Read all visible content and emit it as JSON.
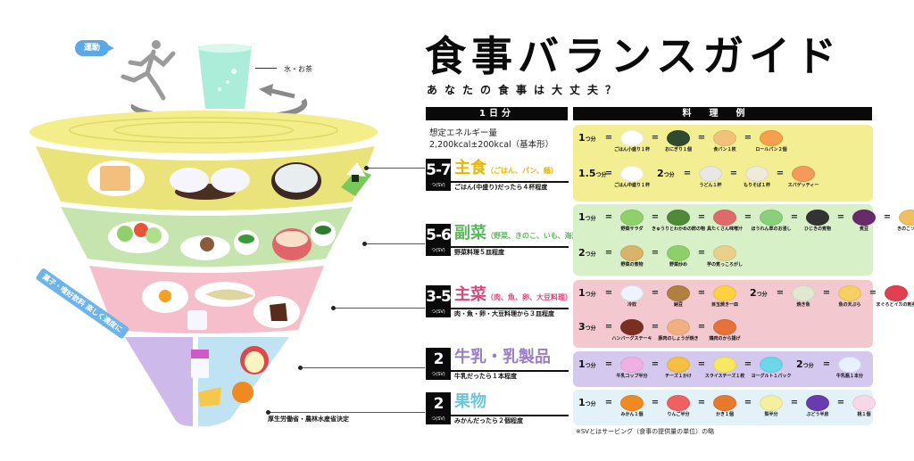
{
  "title": "食事バランスガイド",
  "subtitle": "あなたの食事は大丈夫？",
  "headers": {
    "day": "1日分",
    "examples": "料理例"
  },
  "energy": {
    "label": "想定エネルギー量",
    "value": "2,200kcal±200kcal（基本形）"
  },
  "pyramid": {
    "exercise_label": "運動",
    "water_label": "水・お茶",
    "snack_ribbon": "菓子・嗜好飲料 楽しく適度に",
    "source_note": "厚生労働省・農林水産省決定",
    "colors": {
      "shushoku": "#eae37a",
      "fukusai": "#bfe0a8",
      "shusai": "#f4b6c4",
      "milk": "#c9b6e6",
      "fruit": "#bfe3f0",
      "water": "#a6ecd6",
      "rim": "#f0ec8e"
    }
  },
  "servings": [
    {
      "num": "5-7",
      "unit": "つ(SV)",
      "name": "主食",
      "note": "（ごはん、パン、麺）",
      "desc": "ごはん(中盛り)だったら４杯程度",
      "color": "#e6b800"
    },
    {
      "num": "5-6",
      "unit": "つ(SV)",
      "name": "副菜",
      "note": "（野菜、きのこ、いも、海藻料理）",
      "desc": "野菜料理５皿程度",
      "color": "#5cb85c"
    },
    {
      "num": "3-5",
      "unit": "つ(SV)",
      "name": "主菜",
      "note": "（肉、魚、卵、大豆料理）",
      "desc": "肉・魚・卵・大豆料理から３皿程度",
      "color": "#e0457b"
    },
    {
      "num": "2",
      "unit": "つ(SV)",
      "name": "牛乳・乳製品",
      "note": "",
      "desc": "牛乳だったら１本程度",
      "color": "#9b7ec8"
    },
    {
      "num": "2",
      "unit": "つ(SV)",
      "name": "果物",
      "note": "",
      "desc": "みかんだったら２個程度",
      "color": "#6cc5d8"
    }
  ],
  "panels": [
    {
      "id": "shushoku",
      "bg": "#f3ee92",
      "rows": [
        {
          "label": "1",
          "unit": "つ分",
          "items": [
            {
              "cap": "ごはん小盛り１杯",
              "color": "#ffffff"
            },
            {
              "cap": "おにぎり１個",
              "color": "#2f4a2f"
            },
            {
              "cap": "食パン１枚",
              "color": "#f0c27a"
            },
            {
              "cap": "ロールパン２個",
              "color": "#f5a04a"
            }
          ]
        },
        {
          "label": "1.5",
          "unit": "つ分",
          "items": [
            {
              "cap": "ごはん中盛り１杯",
              "color": "#ffffff"
            }
          ],
          "label2": "2",
          "unit2": "つ分",
          "items2": [
            {
              "cap": "うどん１杯",
              "color": "#e8e8e0"
            },
            {
              "cap": "もりそば１杯",
              "color": "#f2ead8"
            },
            {
              "cap": "スパゲッティー",
              "color": "#f59a5a"
            }
          ]
        }
      ]
    },
    {
      "id": "fukusai",
      "bg": "#d8f0c8",
      "rows": [
        {
          "label": "1",
          "unit": "つ分",
          "items": [
            {
              "cap": "野菜サラダ",
              "color": "#8fd06a"
            },
            {
              "cap": "きゅうりとわかめの酢の物",
              "color": "#4f8a3a"
            },
            {
              "cap": "具たくさん味噌汁",
              "color": "#e06a6a"
            },
            {
              "cap": "ほうれん草のお浸し",
              "color": "#8ccf7a"
            },
            {
              "cap": "ひじきの煮物",
              "color": "#333333"
            },
            {
              "cap": "煮豆",
              "color": "#6a2a6a"
            },
            {
              "cap": "きのこソテー",
              "color": "#f0c060"
            }
          ]
        },
        {
          "label": "2",
          "unit": "つ分",
          "items": [
            {
              "cap": "野菜の煮物",
              "color": "#d9b36a"
            },
            {
              "cap": "野菜炒め",
              "color": "#8fcf6a"
            },
            {
              "cap": "芋の煮っころがし",
              "color": "#e8d08a"
            }
          ]
        }
      ]
    },
    {
      "id": "shusai",
      "bg": "#f4c8cf",
      "rows": [
        {
          "label": "1",
          "unit": "つ分",
          "items": [
            {
              "cap": "冷奴",
              "color": "#eef4ff"
            },
            {
              "cap": "納豆",
              "color": "#b08040"
            },
            {
              "cap": "目玉焼き一皿",
              "color": "#ffd040"
            }
          ],
          "label2": "2",
          "unit2": "つ分",
          "items2": [
            {
              "cap": "焼き魚",
              "color": "#e0e8d0"
            },
            {
              "cap": "魚の天ぷら",
              "color": "#f5d060"
            },
            {
              "cap": "まぐろとイカの刺身",
              "color": "#e04050"
            }
          ]
        },
        {
          "label": "3",
          "unit": "つ分",
          "items": [
            {
              "cap": "ハンバーグステーキ",
              "color": "#7a3020"
            },
            {
              "cap": "豚肉のしょうが焼き",
              "color": "#f0b080"
            },
            {
              "cap": "鶏肉のから揚げ",
              "color": "#e8703a"
            }
          ]
        }
      ]
    },
    {
      "id": "milk",
      "bg": "#d4c8ee",
      "rows": [
        {
          "label": "1",
          "unit": "つ分",
          "items": [
            {
              "cap": "牛乳コップ半分",
              "color": "#f0b0e0"
            },
            {
              "cap": "チーズ１かけ",
              "color": "#f5c040"
            },
            {
              "cap": "スライスチーズ１枚",
              "color": "#f8e860"
            },
            {
              "cap": "ヨーグルト１パック",
              "color": "#6ad8e8"
            }
          ],
          "label2": "2",
          "unit2": "つ分",
          "items2": [
            {
              "cap": "牛乳瓶１本分",
              "color": "#e8f0ff"
            }
          ]
        }
      ]
    },
    {
      "id": "fruit",
      "bg": "#e2f2f8",
      "rows": [
        {
          "label": "1",
          "unit": "つ分",
          "items": [
            {
              "cap": "みかん１個",
              "color": "#f08a20"
            },
            {
              "cap": "りんご半分",
              "color": "#f06060"
            },
            {
              "cap": "かき１個",
              "color": "#e8782a"
            },
            {
              "cap": "梨半分",
              "color": "#f5f0a0"
            },
            {
              "cap": "ぶどう半房",
              "color": "#6a3ab0"
            },
            {
              "cap": "桃１個",
              "color": "#f8d8e8"
            }
          ]
        }
      ]
    }
  ],
  "footnote": "※SVとはサービング（食事の提供量の単位）の略"
}
